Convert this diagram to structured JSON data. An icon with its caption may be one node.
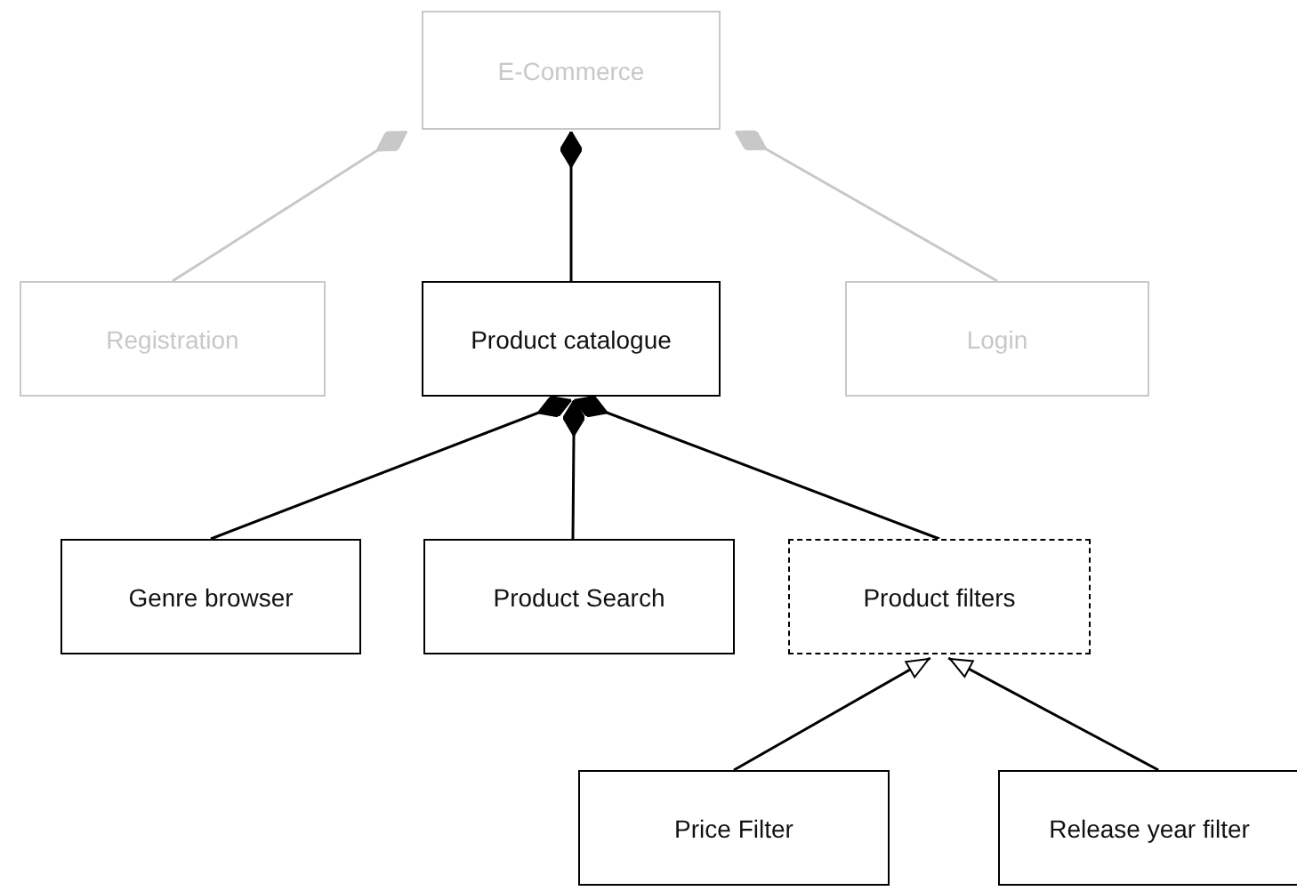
{
  "diagram": {
    "nodes": [
      {
        "text": [
          "E-Commerce"
        ]
      },
      {
        "text": [
          "Registration"
        ]
      },
      {
        "text": [
          "Product catalogue"
        ]
      },
      {
        "text": [
          "Login"
        ]
      },
      {
        "text": [
          "Genre browser"
        ]
      },
      {
        "text": [
          "Product Search"
        ]
      },
      {
        "text": [
          "Product filters"
        ]
      },
      {
        "text": [
          "Price Filter"
        ]
      },
      {
        "text": [
          "Release year filter"
        ]
      }
    ],
    "edges": [
      {
        "from": 1,
        "to": 0,
        "arrow": "other",
        "color": "#c8c8c8"
      },
      {
        "from": 2,
        "to": 0,
        "arrow": "other"
      },
      {
        "from": 3,
        "to": 0,
        "arrow": "other",
        "color": "#c8c8c8"
      },
      {
        "from": 4,
        "to": 2,
        "arrow": "other"
      },
      {
        "from": 5,
        "to": 2,
        "arrow": "other"
      },
      {
        "from": 6,
        "to": 2,
        "arrow": "other"
      },
      {
        "from": 7,
        "to": 6,
        "arrow": "to"
      },
      {
        "from": 8,
        "to": 6,
        "arrow": "to"
      }
    ]
  }
}
